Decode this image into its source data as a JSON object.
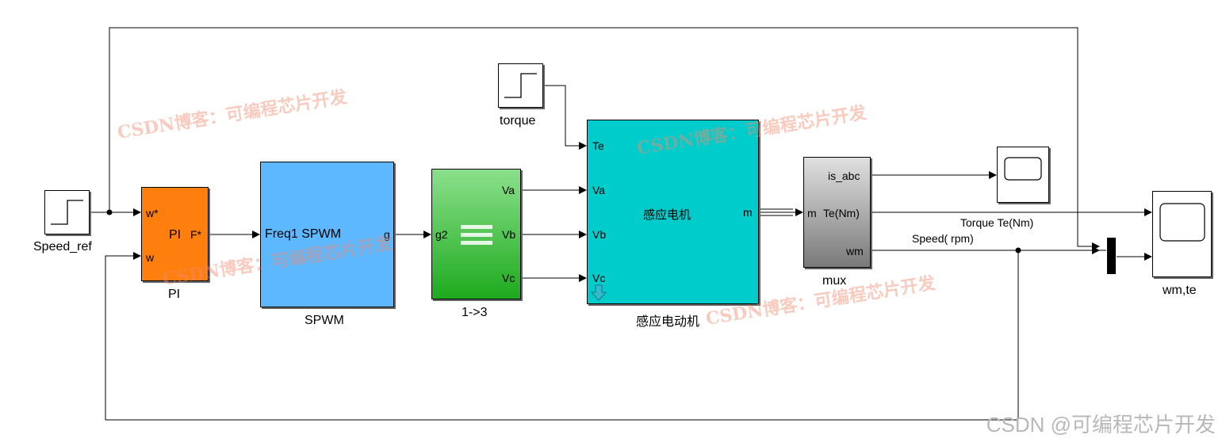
{
  "blocks": {
    "speed_ref": {
      "label": "Speed_ref"
    },
    "pi": {
      "center": "PI",
      "in1": "w*",
      "in2": "w",
      "out": "F*",
      "label": "PI"
    },
    "spwm": {
      "center": "Freq1 SPWM",
      "out": "g",
      "label": "SPWM"
    },
    "conv": {
      "in": "g2",
      "o1": "Va",
      "o2": "Vb",
      "o3": "Vc",
      "label": "1->3"
    },
    "torque": {
      "label": "torque"
    },
    "motor": {
      "in1": "Te",
      "in2": "Va",
      "in3": "Vb",
      "in4": "Vc",
      "center": "感应电机",
      "out": "m",
      "label": "感应电动机"
    },
    "mux": {
      "in": "m",
      "o1": "is_abc",
      "o2": "Te(Nm)",
      "o3": "wm",
      "label": "mux"
    },
    "scope_wmte": {
      "label": "wm,te"
    }
  },
  "signals": {
    "torque": "Torque Te(Nm)",
    "speed": "Speed( rpm)"
  },
  "watermarks": [
    "CSDN博客：可编程芯片开发",
    "CSDN博客：可编程芯片开发",
    "CSDN博客：可编程芯片开发",
    "CSDN博客：可编程芯片开发"
  ],
  "brand": "CSDN @可编程芯片开发",
  "colors": {
    "pi": "#ff7f0e",
    "spwm": "#5db8ff",
    "conv_top": "#8be08b",
    "conv_bottom": "#1eaa1e",
    "motor": "#00cccc",
    "mux_top": "#e0e0e0",
    "mux_bottom": "#7a7a7a"
  }
}
